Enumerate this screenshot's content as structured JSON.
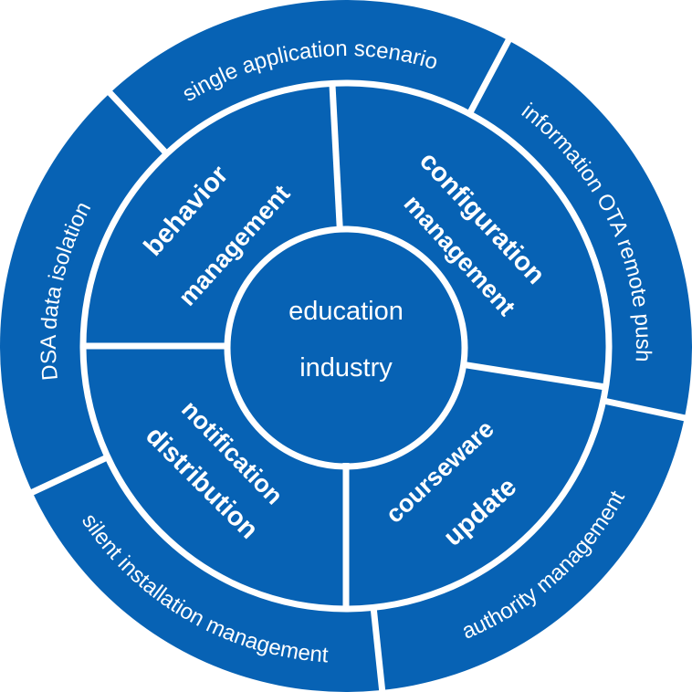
{
  "colors": {
    "ring": "#0762B4",
    "gap": "#FFFFFF"
  },
  "center": {
    "line1": "education",
    "line2": "industry"
  },
  "middle_ring": {
    "behavior": {
      "line1": "behavior",
      "line2": "management"
    },
    "configuration": {
      "line1": "configuration",
      "line2": "management"
    },
    "courseware": {
      "line1": "courseware",
      "line2": "update"
    },
    "notification": {
      "line1": "notification",
      "line2": "distribution"
    }
  },
  "outer_ring": {
    "single_app": "single application scenario",
    "ota_push": "information OTA remote push",
    "authority": "authority management",
    "silent_install": "silent installation management",
    "dsa": "DSA data isolation"
  }
}
